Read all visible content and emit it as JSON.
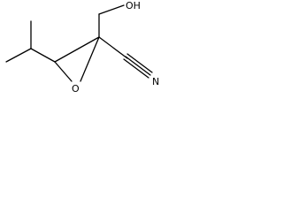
{
  "molecule": {
    "labels": {
      "hydroxyl": "OH",
      "epoxide_oxygen": "O",
      "nitrile_nitrogen": "N"
    }
  },
  "colors": {
    "background": "#ffffff",
    "ink": "#000000"
  }
}
